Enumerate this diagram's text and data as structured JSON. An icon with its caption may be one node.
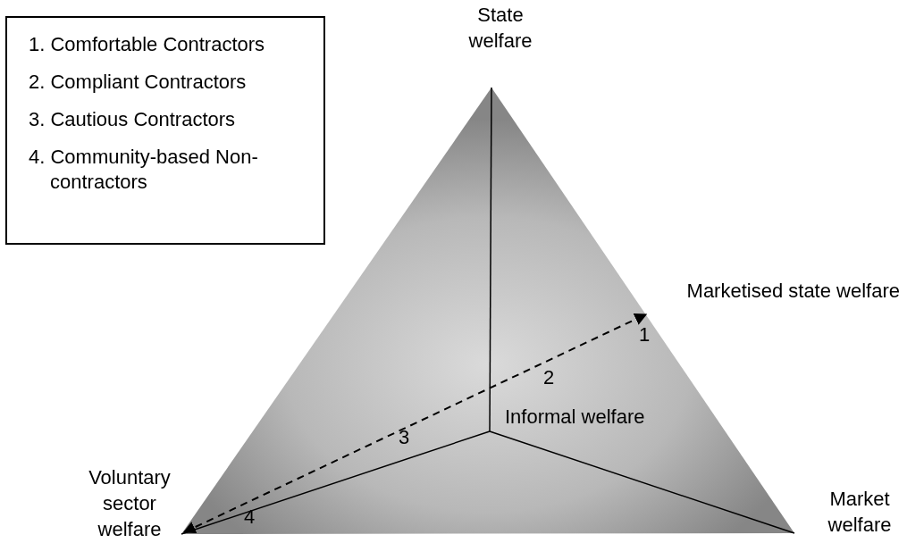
{
  "diagram": {
    "nodes": [
      {
        "text": [
          "1. Comfortable Contractors",
          "2. Compliant Contractors",
          "3. Cautious Contractors",
          "4. Community-based Non-contractors"
        ]
      },
      {
        "text": [
          "State welfare"
        ]
      },
      {
        "text": [
          "Marketised state welfare"
        ]
      },
      {
        "text": [
          "Informal welfare"
        ]
      },
      {
        "text": [
          "Voluntary sector welfare"
        ]
      },
      {
        "text": [
          "Market welfare"
        ]
      }
    ],
    "labels": [
      "1",
      "2",
      "3",
      "4"
    ]
  }
}
